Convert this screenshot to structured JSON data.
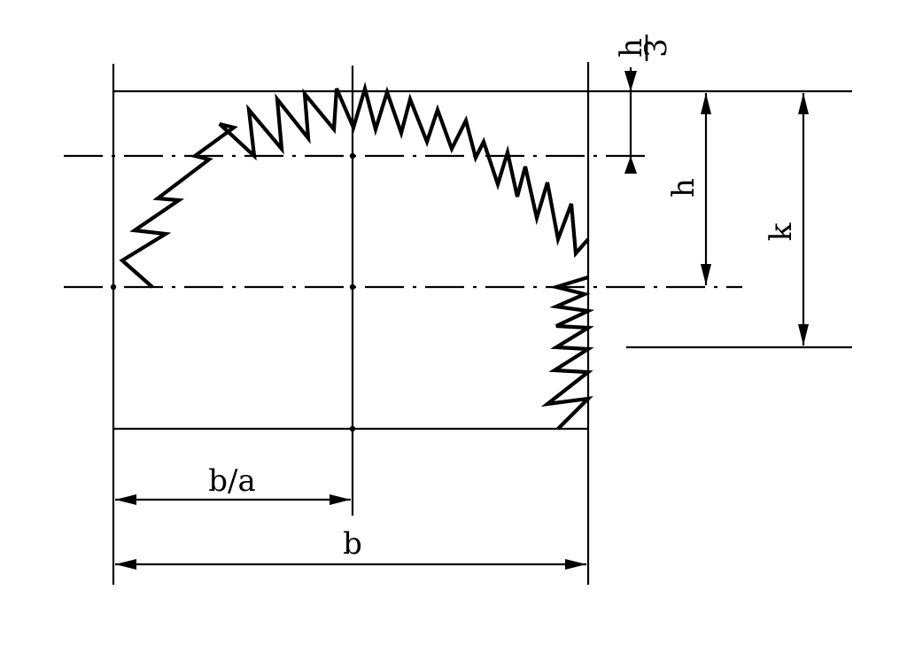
{
  "labels": {
    "b_over_a": "b/a",
    "b": "b",
    "h": "h",
    "k": "k",
    "h_third_num": "h",
    "h_third_den": "3"
  }
}
